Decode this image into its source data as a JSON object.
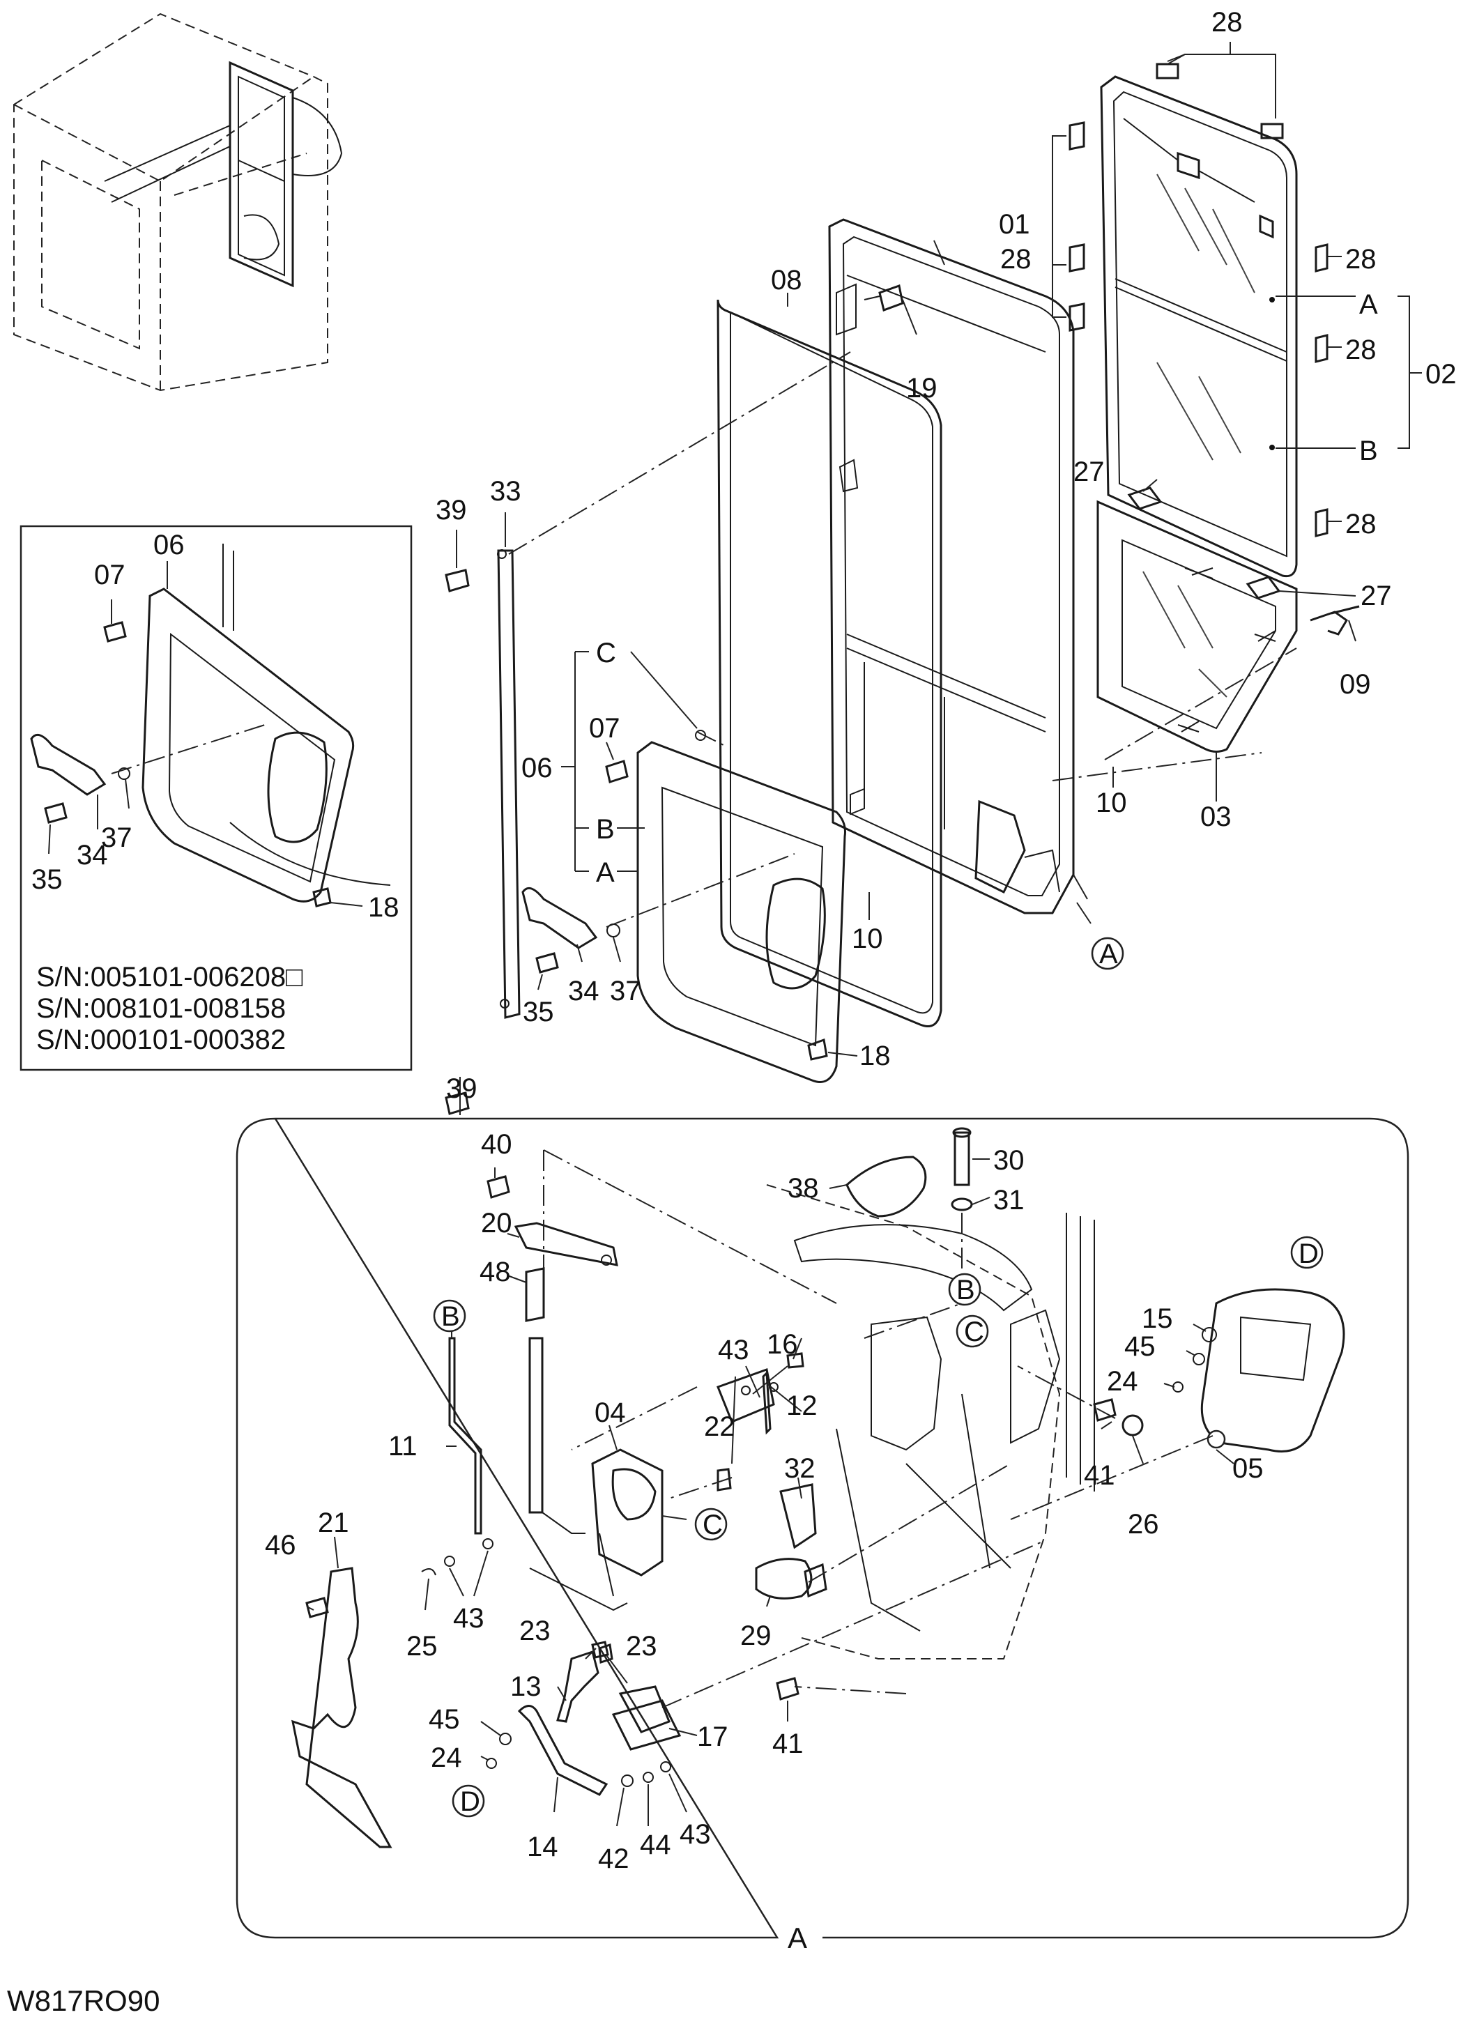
{
  "drawing_code": "W817RO90",
  "serial_numbers": [
    "S/N:005101-006208□",
    "S/N:008101-008158",
    "S/N:000101-000382"
  ],
  "group_labels": {
    "glass_a": "A",
    "glass_b": "B",
    "inner_c": "C",
    "inner_b": "B",
    "inner_a": "A",
    "detail_a": "A"
  },
  "callouts": {
    "a": "A",
    "b": "B",
    "c": "C",
    "d": "D"
  },
  "parts": {
    "p01": "01",
    "p02": "02",
    "p03": "03",
    "p04": "04",
    "p05": "05",
    "p06": "06",
    "p07": "07",
    "p08": "08",
    "p09": "09",
    "p10": "10",
    "p11": "11",
    "p12": "12",
    "p13": "13",
    "p14": "14",
    "p15": "15",
    "p16": "16",
    "p17": "17",
    "p18": "18",
    "p19": "19",
    "p20": "20",
    "p21": "21",
    "p22": "22",
    "p23": "23",
    "p24": "24",
    "p25": "25",
    "p26": "26",
    "p27": "27",
    "p28": "28",
    "p29": "29",
    "p30": "30",
    "p31": "31",
    "p32": "32",
    "p33": "33",
    "p34": "34",
    "p35": "35",
    "p37": "37",
    "p38": "38",
    "p39": "39",
    "p40": "40",
    "p41": "41",
    "p42": "42",
    "p43": "43",
    "p44": "44",
    "p45": "45",
    "p46": "46",
    "p48": "48"
  }
}
